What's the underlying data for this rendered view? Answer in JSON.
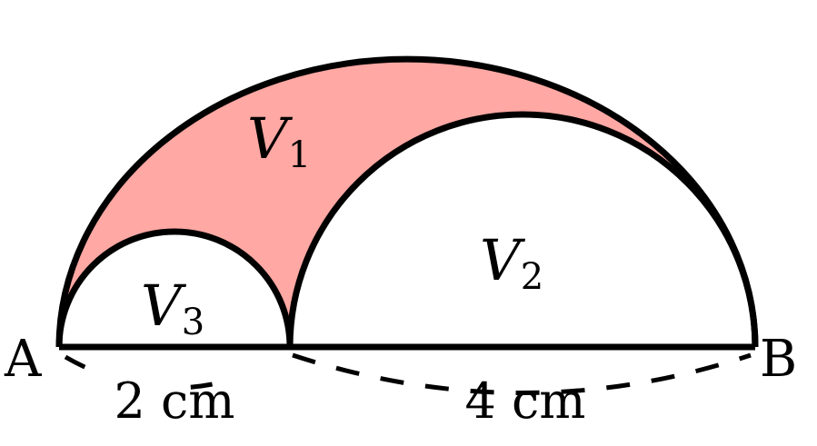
{
  "colors": {
    "shaded_region": "#ffa8a4",
    "stroke": "#000000",
    "background": "#ffffff"
  },
  "points": {
    "left": "A",
    "right": "B"
  },
  "regions": {
    "large_shaded": {
      "letter": "V",
      "subscript": "1"
    },
    "right_semicircle": {
      "letter": "V",
      "subscript": "2"
    },
    "left_semicircle": {
      "letter": "V",
      "subscript": "3"
    }
  },
  "dimensions": {
    "left_segment": "2 cm",
    "right_segment": "4 cm"
  }
}
